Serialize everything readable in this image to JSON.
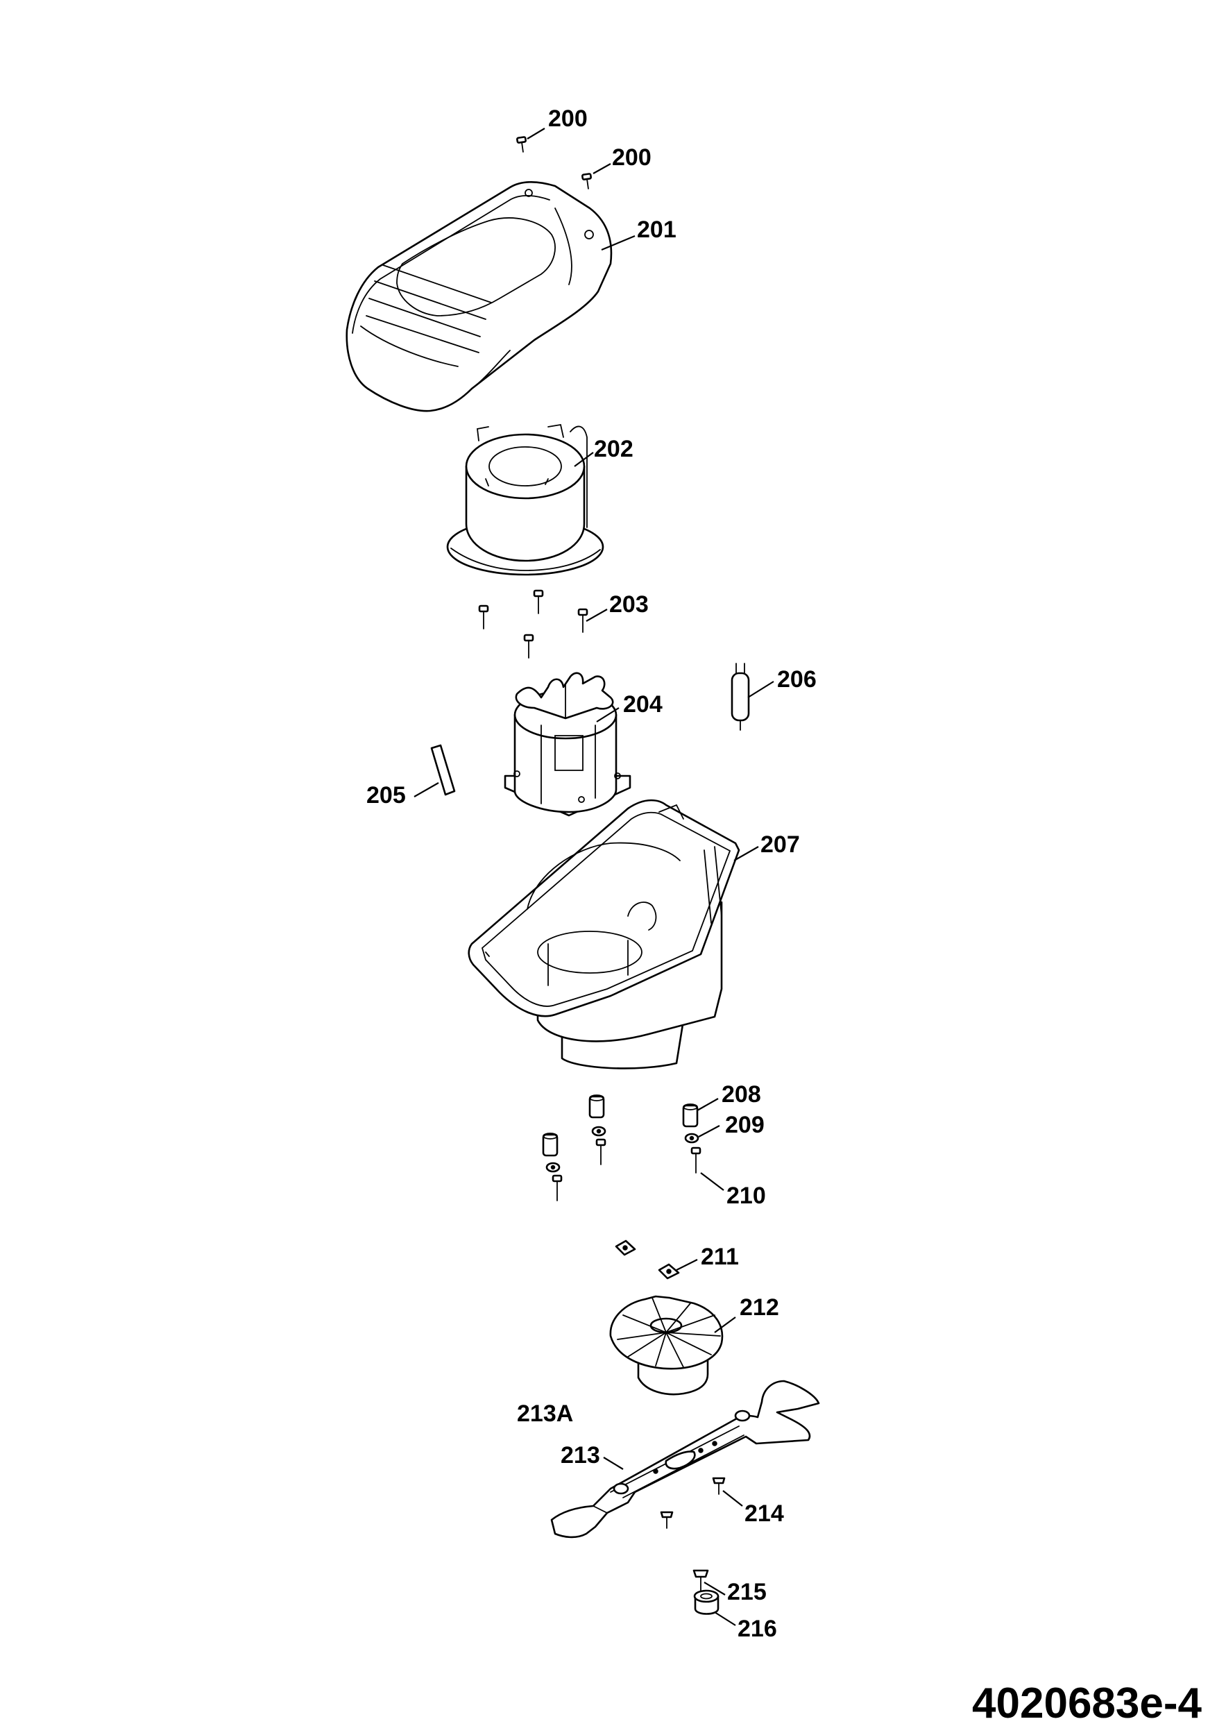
{
  "drawing_id": "4020683e-4",
  "callouts": [
    {
      "id": "c200a",
      "text": "200"
    },
    {
      "id": "c200b",
      "text": "200"
    },
    {
      "id": "c201",
      "text": "201"
    },
    {
      "id": "c202",
      "text": "202"
    },
    {
      "id": "c203",
      "text": "203"
    },
    {
      "id": "c204",
      "text": "204"
    },
    {
      "id": "c205",
      "text": "205"
    },
    {
      "id": "c206",
      "text": "206"
    },
    {
      "id": "c207",
      "text": "207"
    },
    {
      "id": "c208",
      "text": "208"
    },
    {
      "id": "c209",
      "text": "209"
    },
    {
      "id": "c210",
      "text": "210"
    },
    {
      "id": "c211",
      "text": "211"
    },
    {
      "id": "c212",
      "text": "212"
    },
    {
      "id": "c213A",
      "text": "213A"
    },
    {
      "id": "c213",
      "text": "213"
    },
    {
      "id": "c214",
      "text": "214"
    },
    {
      "id": "c215",
      "text": "215"
    },
    {
      "id": "c216",
      "text": "216"
    }
  ]
}
